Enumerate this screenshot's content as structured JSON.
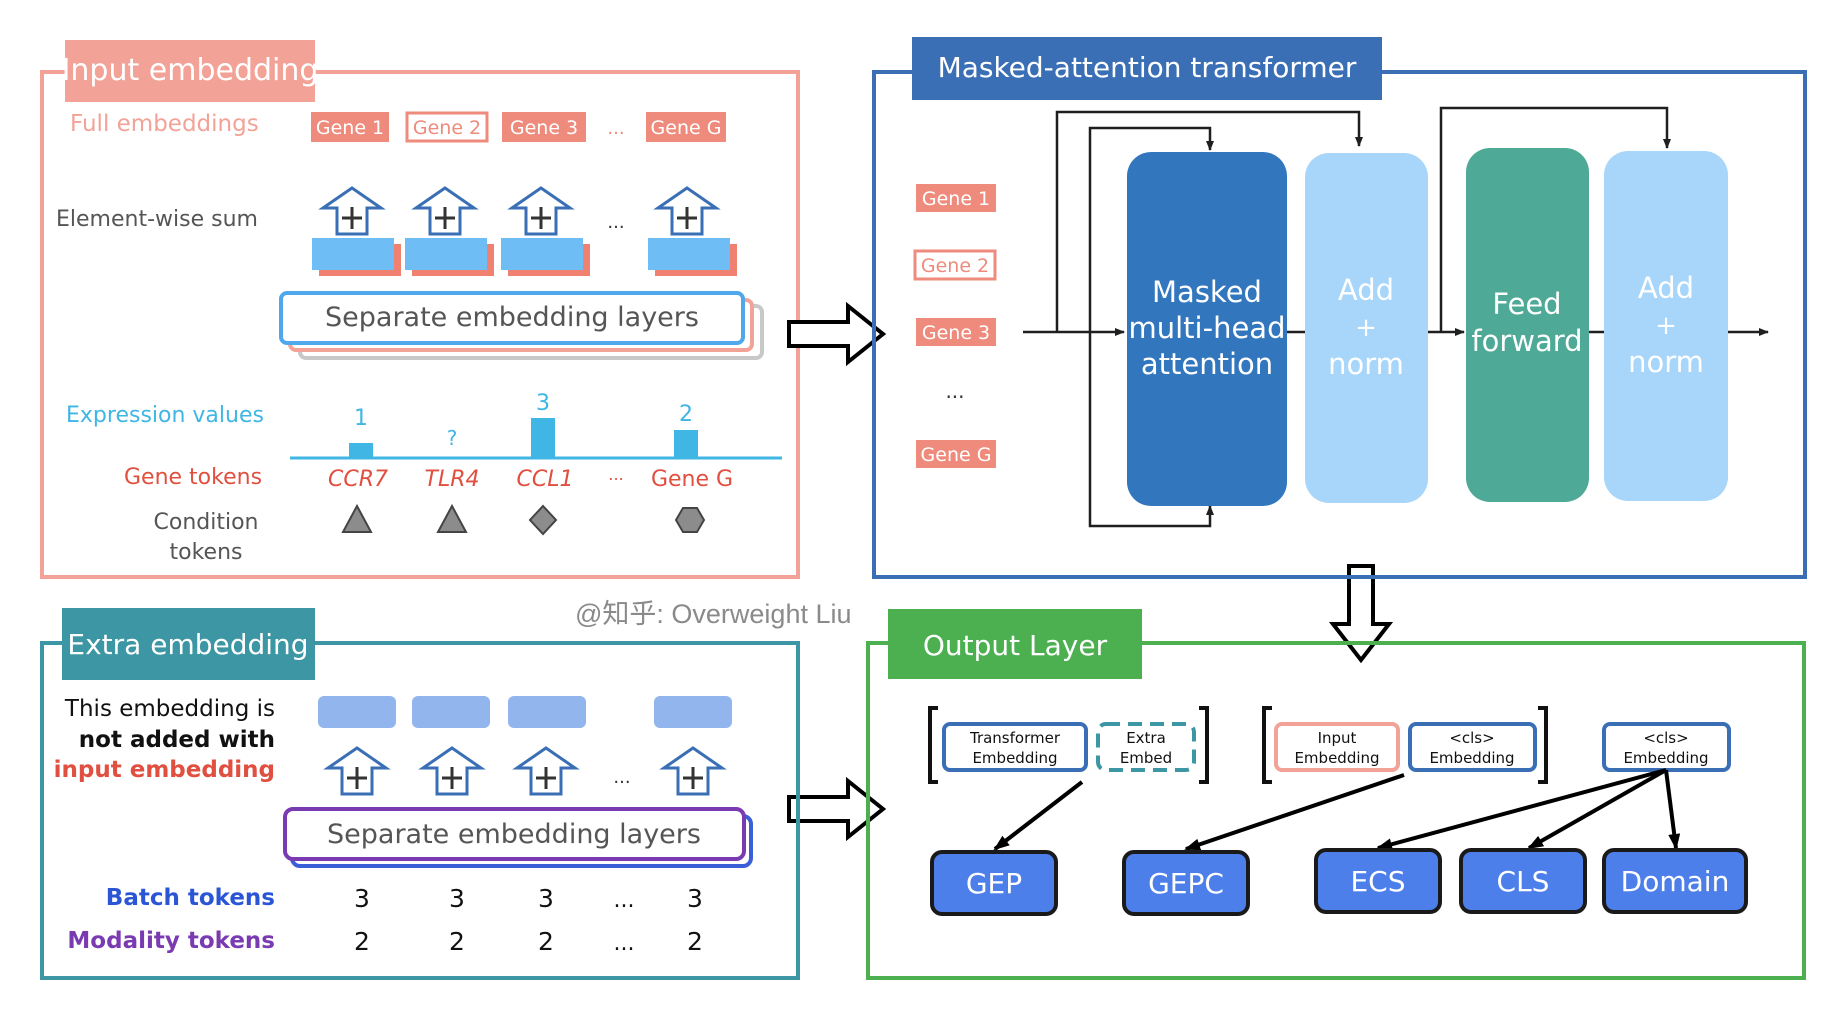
{
  "colors": {
    "salmon": "#f2a297",
    "salmon_text": "#e8705f",
    "red_text": "#e04f3f",
    "cyan_text": "#3fb6e3",
    "blue_frame": "#3a6fb5",
    "teal_frame": "#3c96a4",
    "green_frame": "#4caf50",
    "dark_blue_block": "#3277bd",
    "light_blue_block": "#a7d6fa",
    "teal_block": "#4ea996",
    "tile_blue": "#6ebdf5",
    "gene_tile_bg": "#ee8b7d",
    "extra_tile": "#92b5ee",
    "output_btn": "#4c7fea",
    "purple_text": "#7a3ab1",
    "batch_blue": "#2a56d6"
  },
  "input_embedding": {
    "title": "Input embedding",
    "full_embeddings_label": "Full embeddings",
    "genes": [
      "Gene 1",
      "Gene 2",
      "Gene 3",
      "Gene G"
    ],
    "ellipsis": "...",
    "elementwise_label": "Element-wise sum",
    "plus_symbol": "+",
    "separate_layers_label": "Separate embedding layers",
    "expression_label": "Expression values",
    "expression_values": [
      "1",
      "?",
      "3",
      "2"
    ],
    "gene_tokens_label": "Gene tokens",
    "gene_tokens": [
      "CCR7",
      "TLR4",
      "CCL1",
      "Gene G"
    ],
    "condition_label_line1": "Condition",
    "condition_label_line2": "tokens",
    "condition_shapes": [
      "triangle",
      "triangle",
      "diamond",
      "hexagon"
    ]
  },
  "transformer": {
    "title": "Masked-attention transformer",
    "genes": [
      "Gene 1",
      "Gene 2",
      "Gene 3",
      "...",
      "Gene G"
    ],
    "blocks": {
      "attention": [
        "Masked",
        "multi-head",
        "attention"
      ],
      "addnorm": [
        "Add",
        "+",
        "norm"
      ],
      "feedforward": [
        "Feed",
        "forward"
      ]
    }
  },
  "extra_embedding": {
    "title": "Extra embedding",
    "note_line1": "This embedding is",
    "note_line2": "not added with",
    "note_line3": "input embedding",
    "separate_layers_label": "Separate embedding  layers",
    "ellipsis": "...",
    "batch_label": "Batch tokens",
    "batch_values": [
      "3",
      "3",
      "3",
      "3"
    ],
    "modality_label": "Modality tokens",
    "modality_values": [
      "2",
      "2",
      "2",
      "2"
    ]
  },
  "output_layer": {
    "title": "Output Layer",
    "group1": [
      [
        "Transformer",
        "Embedding"
      ],
      [
        "Extra",
        "Embed"
      ]
    ],
    "group2": [
      [
        "Input",
        "Embedding"
      ],
      [
        "<cls>",
        "Embedding"
      ]
    ],
    "single": [
      "<cls>",
      "Embedding"
    ],
    "outputs": [
      "GEP",
      "GEPC",
      "ECS",
      "CLS",
      "Domain"
    ]
  },
  "watermark": "@知乎: Overweight Liu"
}
